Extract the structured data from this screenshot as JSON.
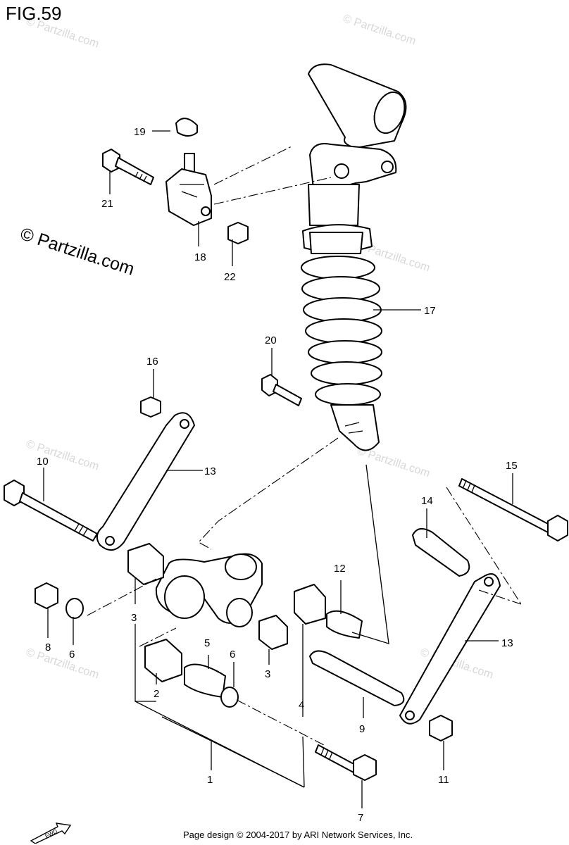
{
  "figure": {
    "title": "FIG.59",
    "copyright": "© Partzilla.com",
    "watermark": "© Partzilla.com",
    "footer": "Page design © 2004-2017 by ARI Network Services, Inc.",
    "fwd_label": "FWD"
  },
  "callouts": [
    "1",
    "2",
    "3",
    "3",
    "4",
    "5",
    "6",
    "6",
    "7",
    "8",
    "9",
    "10",
    "11",
    "12",
    "13",
    "13",
    "14",
    "15",
    "16",
    "17",
    "18",
    "19",
    "20",
    "21",
    "22"
  ]
}
